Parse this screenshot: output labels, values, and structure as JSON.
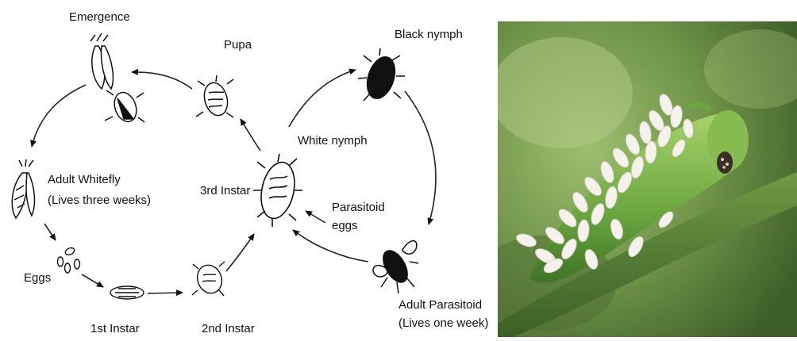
{
  "diagram": {
    "labels": {
      "emergence": "Emergence",
      "pupa": "Pupa",
      "black_nymph": "Black nymph",
      "white_nymph": "White nymph",
      "adult_whitefly_line1": "Adult Whitefly",
      "adult_whitefly_line2": "(Lives three weeks)",
      "third_instar": "3rd Instar",
      "parasitoid_eggs_line1": "Parasitoid",
      "parasitoid_eggs_line2": "eggs",
      "eggs": "Eggs",
      "first_instar": "1st Instar",
      "second_instar": "2nd Instar",
      "adult_parasitoid_line1": "Adult Parasitoid",
      "adult_parasitoid_line2": "(Lives one week)"
    }
  },
  "photo": {
    "icon": "hornworm-with-parasitoid-cocoons-photo"
  }
}
